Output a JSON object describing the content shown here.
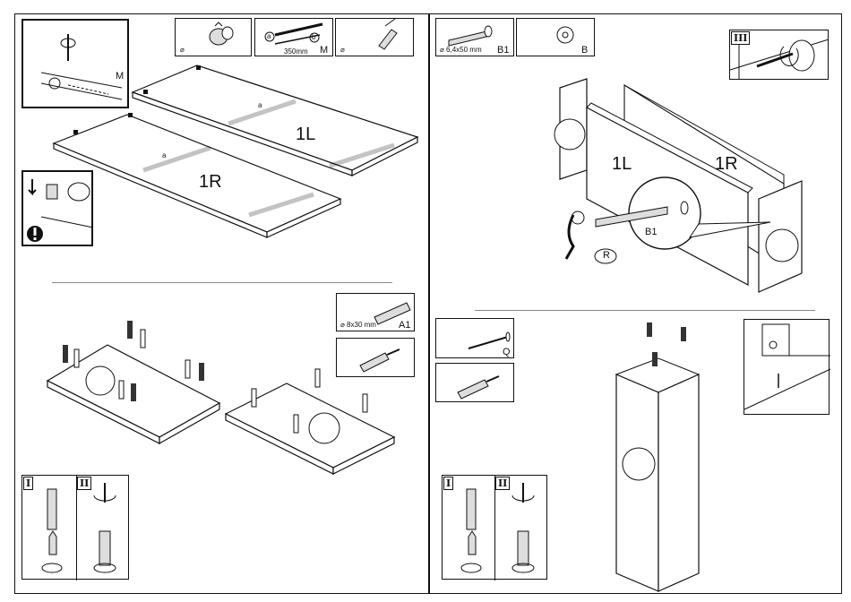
{
  "page": {
    "title": ""
  },
  "left_top": {
    "detail_label": "M",
    "box_dowel_label": "⌀",
    "box_rod_a": "a",
    "box_rod_b": "b",
    "box_rod_len": "350mm",
    "box_rod_label": "M",
    "box_screw_label": "⌀",
    "panel_1l": "1L",
    "panel_1r": "1R",
    "letter_a": "a"
  },
  "left_mid": {
    "dowel_box_size": "⌀ 8x30 mm",
    "dowel_box_label": "A1"
  },
  "left_bottom": {
    "step1": "I",
    "step2": "II"
  },
  "right_top": {
    "screw_size": "⌀ 6,4x50 mm",
    "screw_label": "B1",
    "washer_label": "B",
    "step3": "III",
    "panel_1l": "1L",
    "panel_1r": "1R",
    "zoom_label": "B1",
    "tool_label": "R"
  },
  "right_bottom": {
    "nail_label": "Q",
    "step1": "I",
    "step2": "II"
  }
}
